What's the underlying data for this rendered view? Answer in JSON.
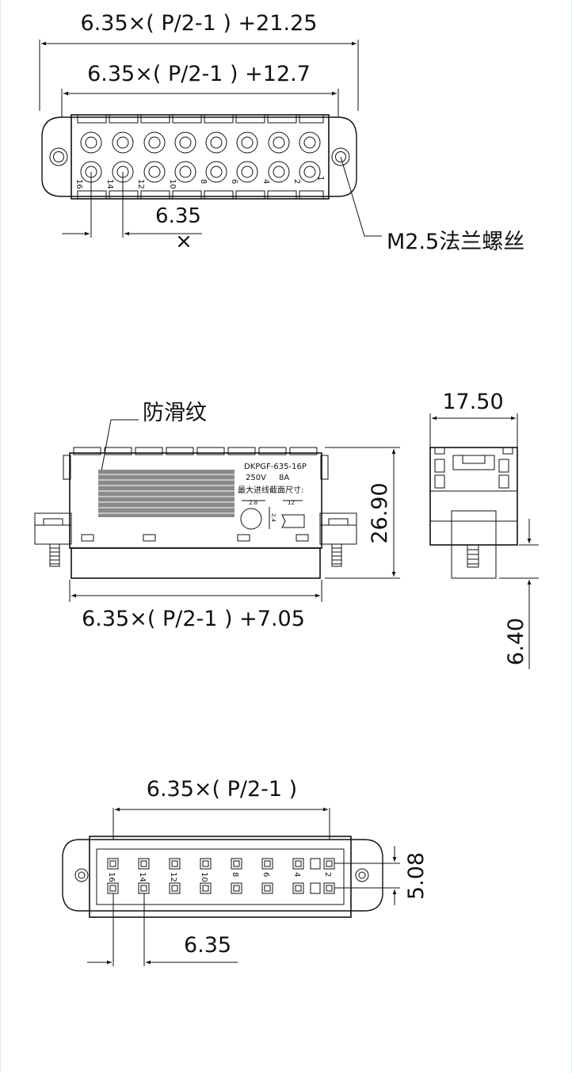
{
  "top_view": {
    "overall_width": "6.35×( P/2-1 ) +21.25",
    "inner_width": "6.35×( P/2-1 ) +12.7",
    "pitch": "6.35",
    "pitch_mark": "×",
    "flange_screw_label": "M2.5法兰螺丝",
    "pin_numbers": [
      "16",
      "14",
      "12",
      "10",
      "8",
      "6",
      "4",
      "2"
    ],
    "pin_number_odd": "1"
  },
  "side_view": {
    "anti_slip_label": "防滑纹",
    "part_number": "DKPGF-635-16P",
    "rating_voltage": "250V",
    "rating_current": "8A",
    "max_wire_section": "最大进线截面尺寸:",
    "wire_dim_a": "2.8",
    "wire_dim_b": "2.4",
    "wire_dim_c": "12",
    "height": "26.90",
    "width_formula": "6.35×( P/2-1 ) +7.05"
  },
  "end_view": {
    "depth": "17.50",
    "pin_length": "6.40"
  },
  "bottom_view": {
    "width_formula": "6.35×( P/2-1 )",
    "row_pitch": "5.08",
    "pitch": "6.35",
    "pin_numbers": [
      "16",
      "14",
      "12",
      "10",
      "8",
      "6",
      "4",
      "2"
    ]
  },
  "colors": {
    "line": "#111111",
    "hatch": "#8a8a8a",
    "frame": "#d8eedd"
  }
}
